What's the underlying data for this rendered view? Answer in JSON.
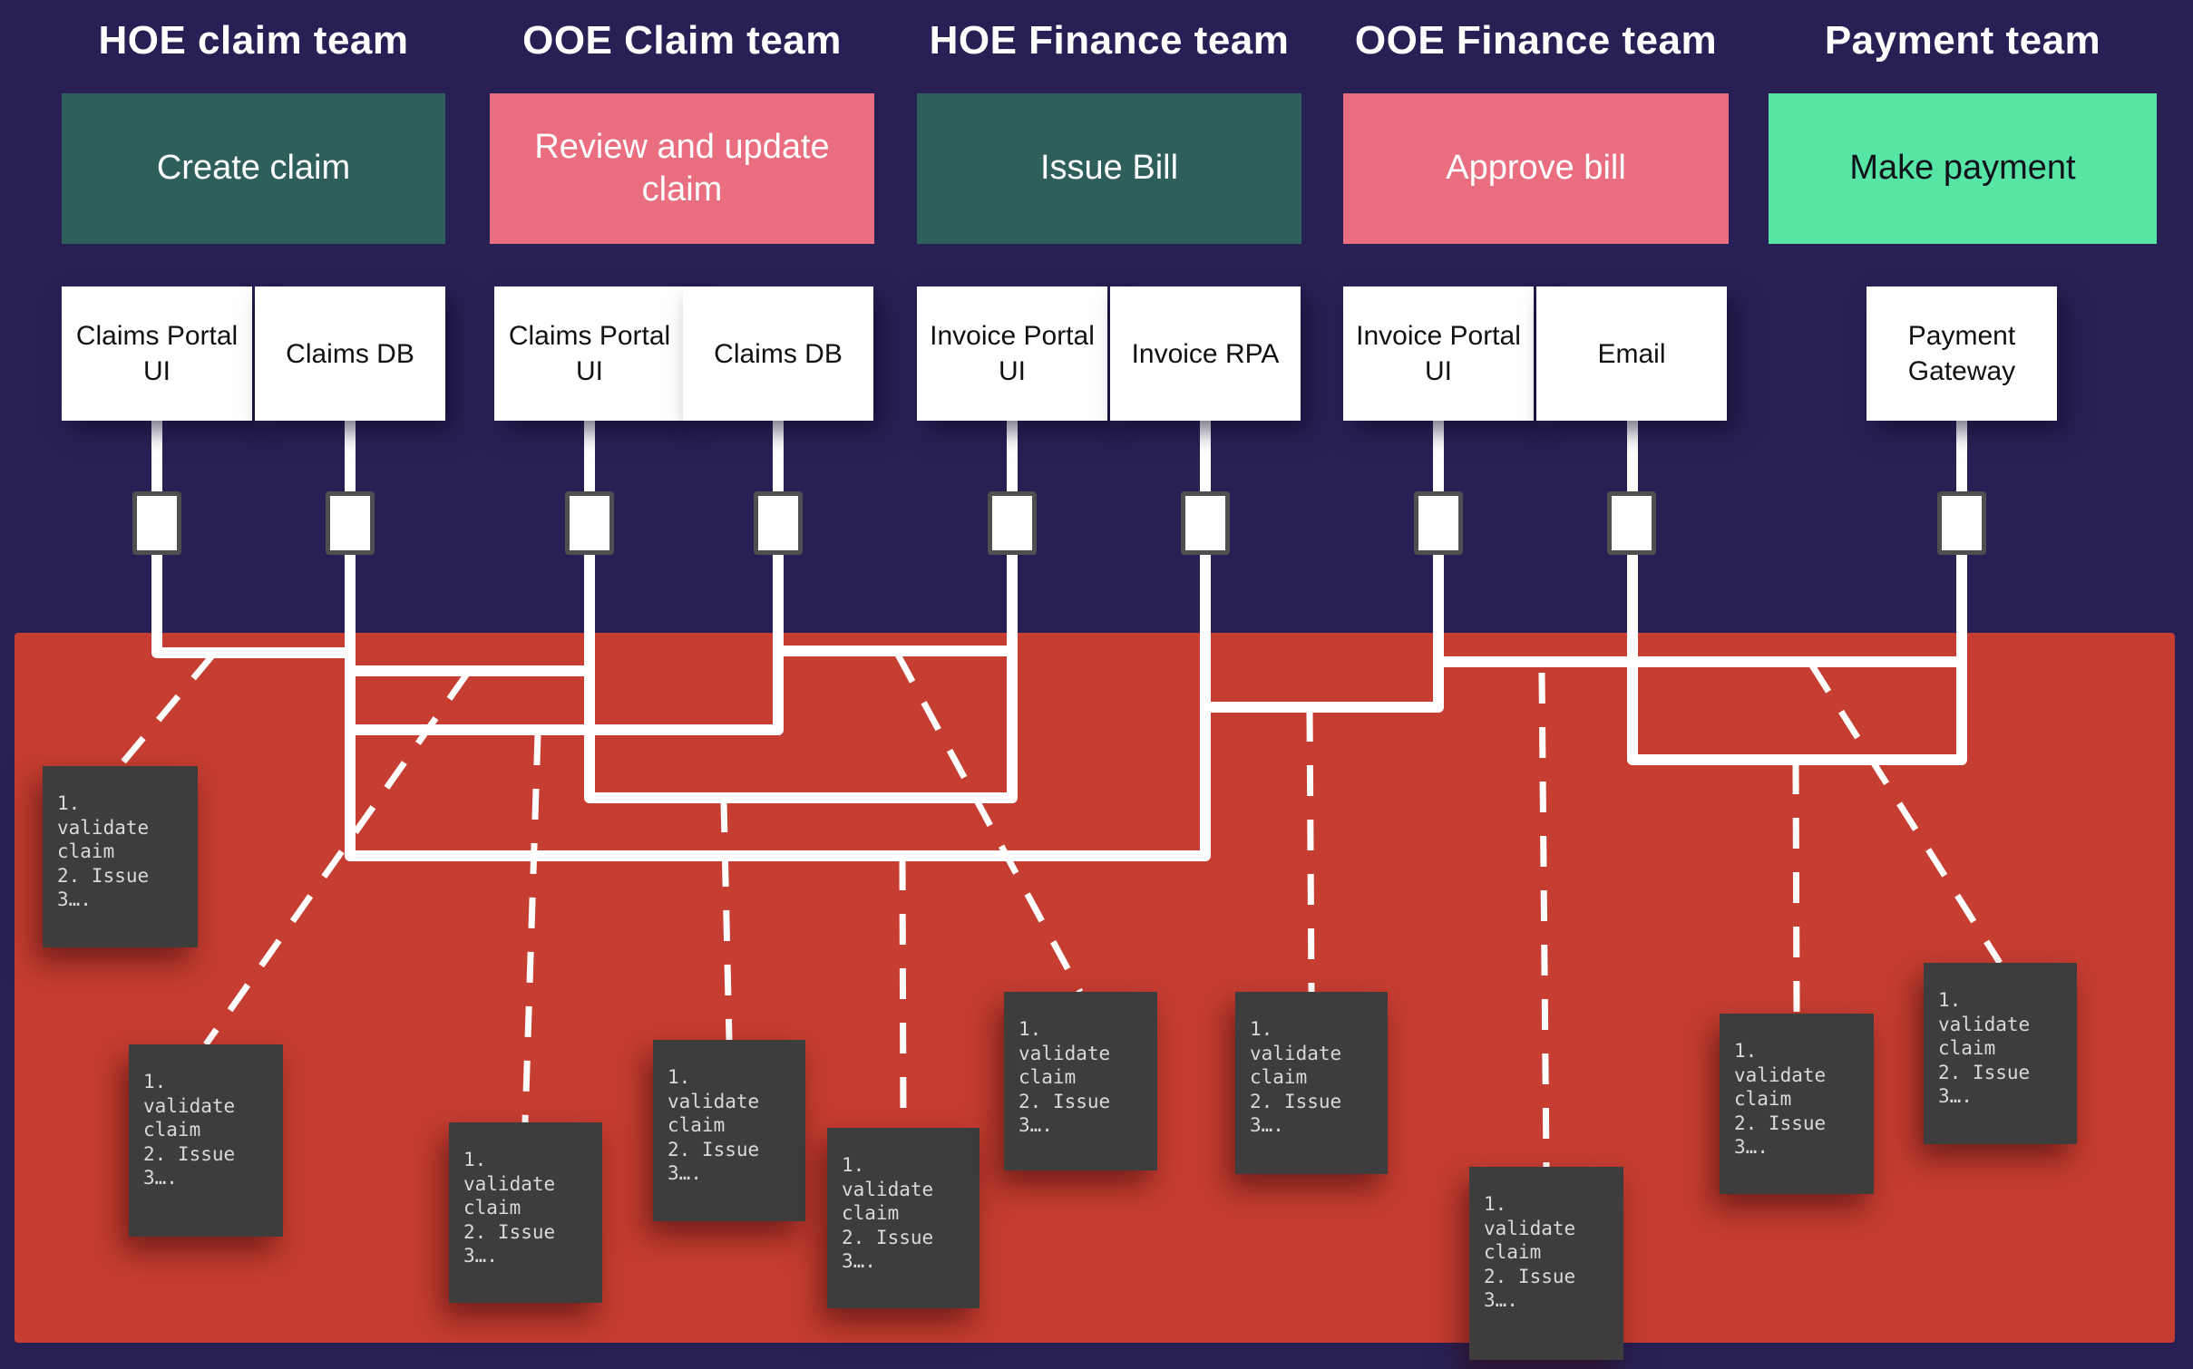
{
  "teams": [
    {
      "header": "HOE claim team",
      "activity": "Create claim",
      "activity_color": "#2e5f5b",
      "systems": [
        "Claims Portal UI",
        "Claims DB"
      ]
    },
    {
      "header": "OOE Claim team",
      "activity": "Review and update claim",
      "activity_color": "#e96e7f",
      "systems": [
        "Claims Portal UI",
        "Claims DB"
      ]
    },
    {
      "header": "HOE Finance team",
      "activity": "Issue Bill",
      "activity_color": "#2e5f5b",
      "systems": [
        "Invoice Portal UI",
        "Invoice RPA"
      ]
    },
    {
      "header": "OOE Finance team",
      "activity": "Approve bill",
      "activity_color": "#e96e7f",
      "systems": [
        "Invoice Portal UI",
        "Email"
      ]
    },
    {
      "header": "Payment team",
      "activity": "Make payment",
      "activity_color": "#57e5a6",
      "systems": [
        "Payment Gateway"
      ]
    }
  ],
  "note_text": "1.\nvalidate\nclaim\n2. Issue\n3….",
  "colors": {
    "background_navy": "#282054",
    "zone_red": "#c63d31",
    "activity_teal": "#2e5f5b",
    "activity_pink": "#e96e7f",
    "activity_green": "#57e5a6",
    "note_gray": "#3d3d3d",
    "connector_white": "#ffffff"
  }
}
